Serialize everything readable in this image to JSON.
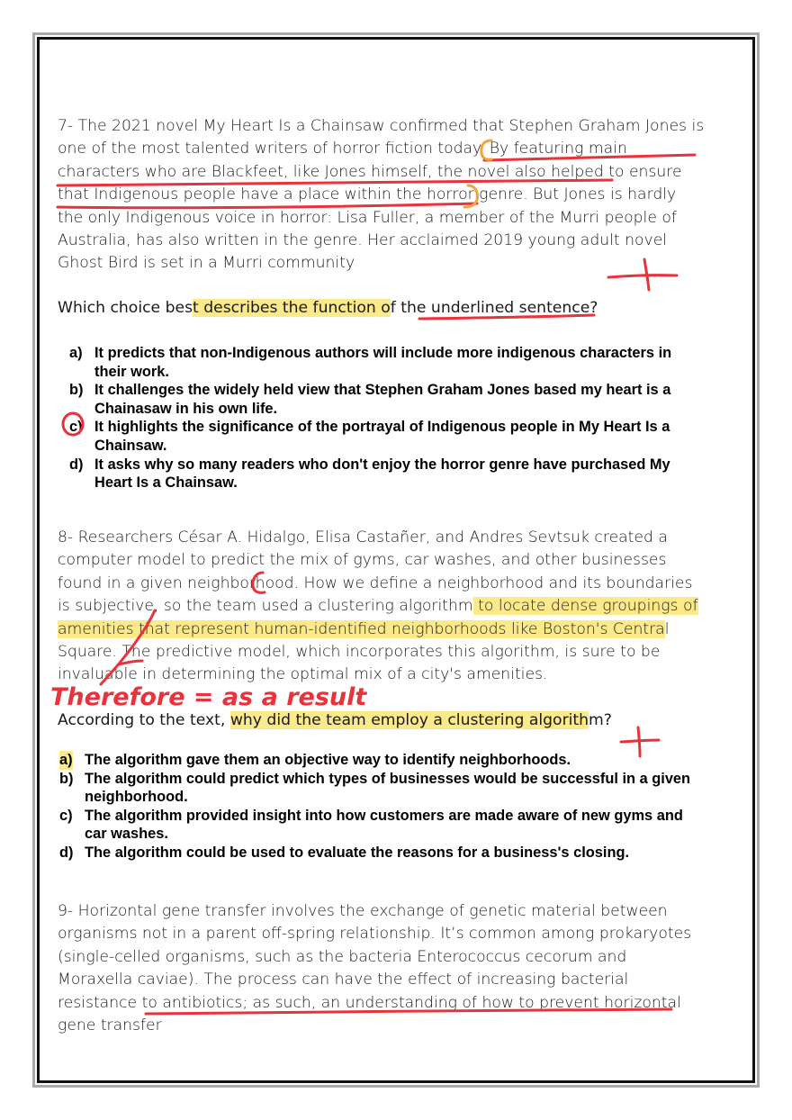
{
  "q7": {
    "passage_a": "7- The 2021 novel My Heart Is a Chainsaw confirmed that Stephen Graham Jones is one of the most talented writers of horror fiction today. ",
    "passage_underlined": "By featuring main characters who are Blackfeet, like Jones himself, the novel also helped to ensure that Indigenous people have a place within the horror genre.",
    "passage_b": " But Jones is hardly the only Indigenous voice in horror: Lisa Fuller, a member of the Murri people of Australia, has also written in the genre. Her acclaimed 2019 young adult novel Ghost Bird is set in a Murri community",
    "question_a": "Which choice bes",
    "question_hl": "t describes the function o",
    "question_b": "f the u",
    "question_ul": "nderlined sentence?",
    "choices": [
      {
        "letter": "a)",
        "text": "It predicts that non-Indigenous authors will include more indigenous characters in their work."
      },
      {
        "letter": "b)",
        "text": "It challenges the widely held view that Stephen Graham Jones based my heart is a Chainasaw in his own life."
      },
      {
        "letter": "c)",
        "text": "It highlights the significance of the portrayal of Indigenous people in My Heart Is a Chainsaw."
      },
      {
        "letter": "d)",
        "text": "It asks why so many readers who don't enjoy the horror genre have purchased My Heart Is a Chainsaw."
      }
    ]
  },
  "q8": {
    "passage_a": "8- Researchers César A. Hidalgo, Elisa Castañer, and Andres Sevtsuk created a computer model to predict the mix of gyms, car washes, and other businesses found in a given neighborhood. How we define a neighborhood and its boundaries is subjective, so the team used a clustering algorithm",
    "passage_hl": " to locate dense groupings of amenities that represent human-identified neighborhoods like Boston's Centra",
    "passage_b": "l Square. The predictive model, which incorporates this algorithm, is sure to be invaluable in determining the optimal mix of a city's amenities.",
    "handwritten_note": "Therefore = as a result",
    "question_a": "According to the text, ",
    "question_hl": "why did the team employ a clustering algorith",
    "question_b": "m?",
    "choices": [
      {
        "letter": "a)",
        "text": "The algorithm gave them an objective way to identify neighborhoods."
      },
      {
        "letter": "b)",
        "text": "The algorithm could predict which types of businesses would be successful in a given neighborhood."
      },
      {
        "letter": "c)",
        "text": "The algorithm provided insight into how customers are made aware of new gyms and car washes."
      },
      {
        "letter": "d)",
        "text": "The algorithm could be used to evaluate the reasons for a business's closing."
      }
    ]
  },
  "q9": {
    "passage_a": "9- Horizontal gene transfer involves the exchange of genetic material between organisms not in a parent off-spring relationship. It’s common among prokaryotes (single-celled organisms, such as the bacteria Enterococcus cecorum and Moraxella caviae). The process can have the effect of increasing bacterial resistance to antibiotics; ",
    "passage_underlined": "as such, an understanding of how to prevent horizontal gene transfer"
  },
  "colors": {
    "highlight": "#fbe98a",
    "red_ink": "#e8323c",
    "orange_ink": "#f2a33a"
  }
}
